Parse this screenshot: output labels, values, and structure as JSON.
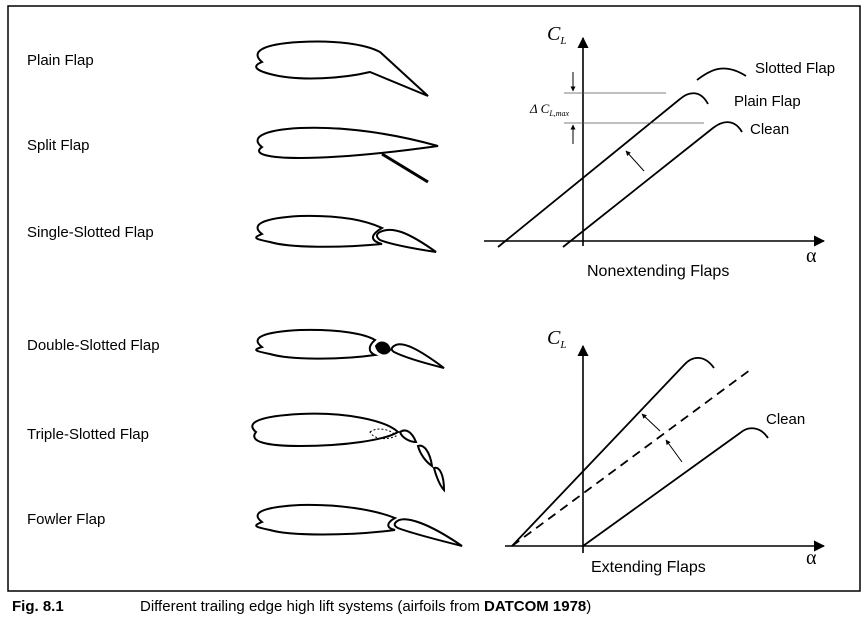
{
  "flaps": [
    {
      "label": "Plain Flap"
    },
    {
      "label": "Split Flap"
    },
    {
      "label": "Single-Slotted Flap"
    },
    {
      "label": "Double-Slotted Flap"
    },
    {
      "label": "Triple-Slotted Flap"
    },
    {
      "label": "Fowler Flap"
    }
  ],
  "top_chart": {
    "y_axis_label": "C",
    "y_axis_subscript": "L",
    "x_axis_label": "α",
    "title": "Nonextending Flaps",
    "delta_label": "Δ C",
    "delta_subscript": "L,max",
    "curves": [
      "Slotted Flap",
      "Plain Flap",
      "Clean"
    ]
  },
  "bottom_chart": {
    "y_axis_label": "C",
    "y_axis_subscript": "L",
    "x_axis_label": "α",
    "title": "Extending Flaps",
    "curves": [
      "Clean"
    ]
  },
  "caption": {
    "number": "Fig. 8.1",
    "text": "Different trailing edge high lift systems (airfoils from ",
    "source": "DATCOM 1978",
    "suffix": ")"
  }
}
